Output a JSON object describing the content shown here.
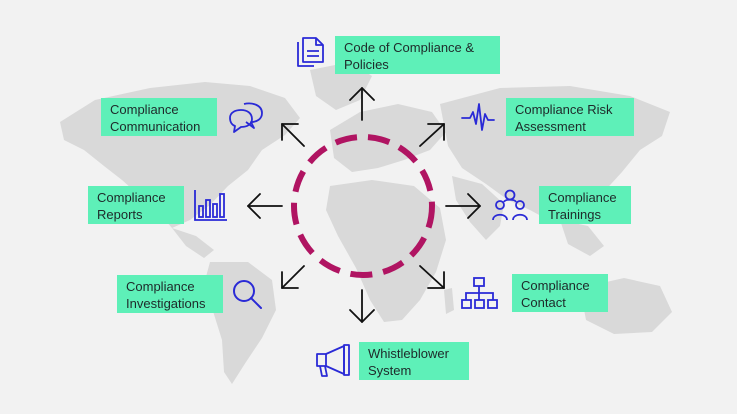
{
  "items": [
    {
      "key": "policies",
      "label": "Code of Compliance &\nPolicies",
      "icon": "document-icon"
    },
    {
      "key": "risk",
      "label": "Compliance Risk\nAssessment",
      "icon": "heartbeat-icon"
    },
    {
      "key": "trainings",
      "label": "Compliance\nTrainings",
      "icon": "people-group-icon"
    },
    {
      "key": "contact",
      "label": "Compliance\nContact",
      "icon": "org-chart-icon"
    },
    {
      "key": "whistleblower",
      "label": "Whistleblower\nSystem",
      "icon": "megaphone-icon"
    },
    {
      "key": "investigations",
      "label": "Compliance\nInvestigations",
      "icon": "magnifier-icon"
    },
    {
      "key": "reports",
      "label": "Compliance\nReports",
      "icon": "bar-chart-icon"
    },
    {
      "key": "communication",
      "label": "Compliance\nCommunication",
      "icon": "speech-bubbles-icon"
    }
  ],
  "colors": {
    "box": "#5ef0b8",
    "icon": "#2a2ad6",
    "circle": "#b01462",
    "arrow": "#111111",
    "map": "#d9d9d9"
  }
}
